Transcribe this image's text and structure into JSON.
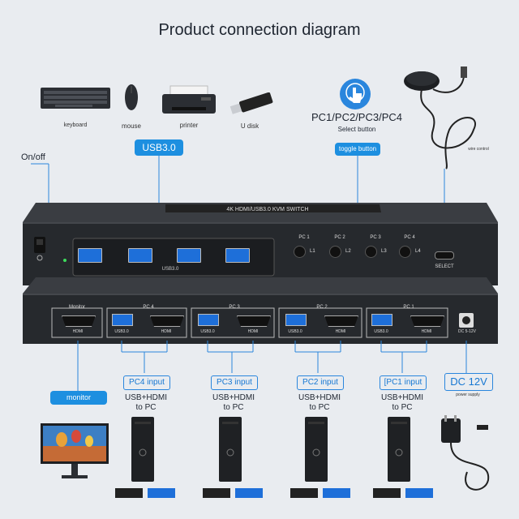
{
  "title": "Product connection diagram",
  "peripherals": {
    "keyboard": "keyboard",
    "mouse": "mouse",
    "printer": "printer",
    "udisk": "U disk"
  },
  "select": {
    "title": "PC1/PC2/PC3/PC4",
    "sub": "Select button",
    "wire_control": "wire control",
    "toggle_label": "toggle button"
  },
  "onoff": "On/off",
  "usb_label": "USB3.0",
  "front": {
    "usb_text": "USB3.0",
    "pc_labels": [
      "PC 1",
      "PC 2",
      "PC 3",
      "PC 4"
    ],
    "led_labels": [
      "L1",
      "L2",
      "L3",
      "L4"
    ],
    "select_text": "SELECT",
    "top_banner": "4K HDMI/USB3.0 KVM SWITCH"
  },
  "back": {
    "monitor_label": "Monitor",
    "hdmi_label": "HDMI",
    "usb_label": "USB3.0",
    "groups": [
      "PC 4",
      "PC 3",
      "PC 2",
      "PC 1"
    ],
    "dc_label": "DC 5-12V"
  },
  "inputs": [
    {
      "label": "PC4 input",
      "sub": "USB+HDMI\nto PC"
    },
    {
      "label": "PC3 input",
      "sub": "USB+HDMI\nto PC"
    },
    {
      "label": "PC2 input",
      "sub": "USB+HDMI\nto PC"
    },
    {
      "label": "[PC1 input",
      "sub": "USB+HDMI\nto PC"
    }
  ],
  "monitor_pill": "monitor",
  "dc": {
    "label": "DC 12V",
    "sub": "power supply"
  },
  "colors": {
    "accent": "#1d8fe0",
    "device": "#2a2d31",
    "usb_port": "#1e6fd9",
    "text_blue": "#1677d2"
  }
}
